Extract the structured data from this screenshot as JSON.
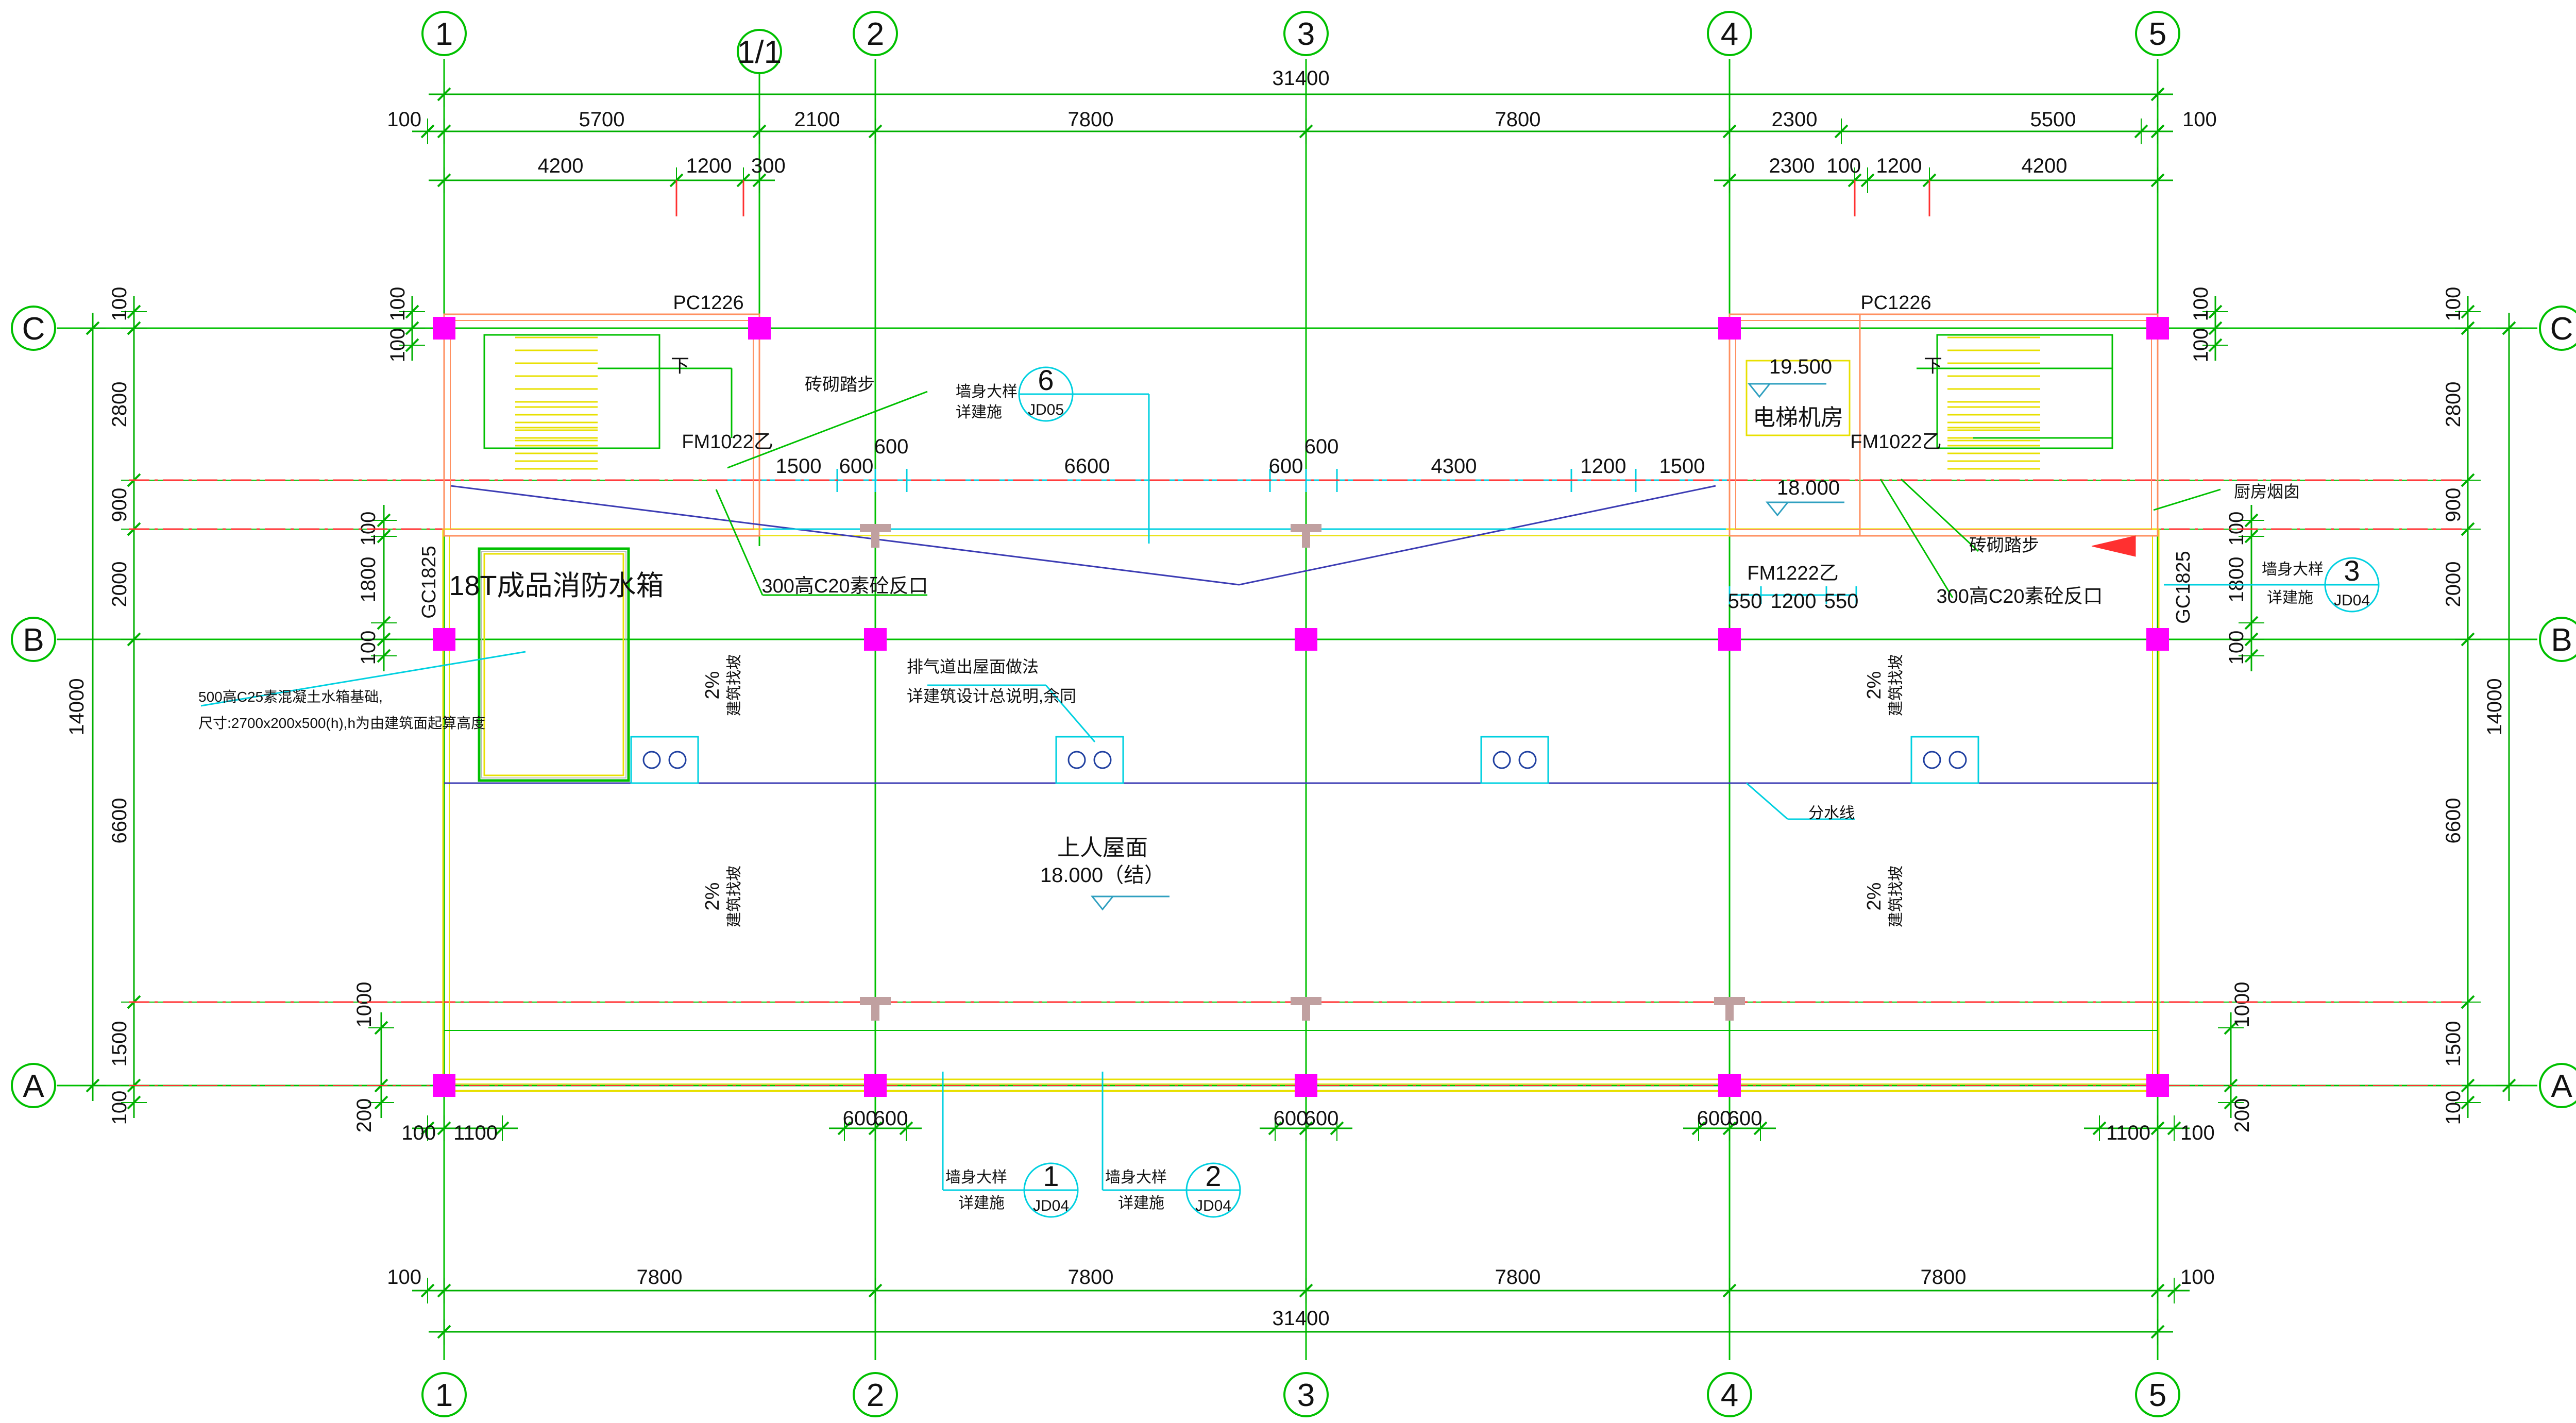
{
  "colors": {
    "grid": "#00c000",
    "dim": "#00b000",
    "red": "#ff3030",
    "cyan": "#00d0e0",
    "yellow": "#e8e000",
    "magenta": "#ff00ff",
    "orange": "#ff9060",
    "navy": "#3c3cb4",
    "text": "#111111"
  },
  "axes": {
    "columns": [
      "1",
      "1/1",
      "2",
      "3",
      "4",
      "5"
    ],
    "rows": [
      "C",
      "B",
      "A"
    ]
  },
  "dims": {
    "top_total": "31400",
    "top_row": [
      "100",
      "5700",
      "2100",
      "7800",
      "7800",
      "2300",
      "5500",
      "100"
    ],
    "top_sub_left": [
      "4200",
      "1200",
      "300"
    ],
    "top_sub_right": [
      "2300",
      "100",
      "1200",
      "4200"
    ],
    "upper_row": [
      "1500",
      "600",
      "600",
      "6600",
      "600",
      "600",
      "4300",
      "1200",
      "1500"
    ],
    "door_right": [
      "550",
      "1200",
      "550"
    ],
    "bottom_row": [
      "100",
      "7800",
      "7800",
      "7800",
      "7800",
      "100"
    ],
    "bottom_total": "31400",
    "bottom_near": [
      "100",
      "1100",
      "600",
      "600",
      "600",
      "600",
      "600",
      "600",
      "1100",
      "100"
    ],
    "left_outer": [
      "100",
      "2800",
      "900",
      "2000",
      "6600",
      "1500",
      "100"
    ],
    "left_total": "14000",
    "left_inner": [
      "100",
      "100",
      "100",
      "1800",
      "100",
      "1000",
      "200"
    ],
    "right_outer": [
      "100",
      "2800",
      "900",
      "2000",
      "6600",
      "1500",
      "100"
    ],
    "right_total": "14000",
    "right_inner": [
      "100",
      "100",
      "100",
      "1800",
      "100",
      "1000",
      "200"
    ]
  },
  "labels": {
    "pc_left": "PC1226",
    "pc_right": "PC1226",
    "fm_left": "FM1022乙",
    "fm_right": "FM1022乙",
    "fm_mid": "FM1222乙",
    "gc_left": "GC1825",
    "gc_right": "GC1825",
    "down_left": "下",
    "down_right": "下",
    "brick_step_left": "砖砌踏步",
    "brick_step_right": "砖砌踏步",
    "curb_left": "300高C20素砼反口",
    "curb_right": "300高C20素砼反口",
    "level_machine": "19.500",
    "machine_room": "电梯机房",
    "level_180": "18.000",
    "tank": "18T成品消防水箱",
    "tank_base_1": "500高C25素混凝土水箱基础,",
    "tank_base_2": "尺寸:2700x200x500(h),h为由建筑面起算高度",
    "vent_1": "排气道出屋面做法",
    "vent_2": "详建筑设计总说明,余同",
    "ridge": "分水线",
    "roof_name": "上人屋面",
    "roof_level": "18.000（结）",
    "kitchen_flue": "厨房烟囱",
    "slope": "2%",
    "slope_note": "建筑找坡",
    "detail_title": "墙身大样",
    "detail_sub": "详建施",
    "detail_6_num": "6",
    "detail_6_ref": "JD05",
    "detail_1_num": "1",
    "detail_1_ref": "JD04",
    "detail_2_num": "2",
    "detail_2_ref": "JD04",
    "detail_3_num": "3",
    "detail_3_ref": "JD04"
  }
}
